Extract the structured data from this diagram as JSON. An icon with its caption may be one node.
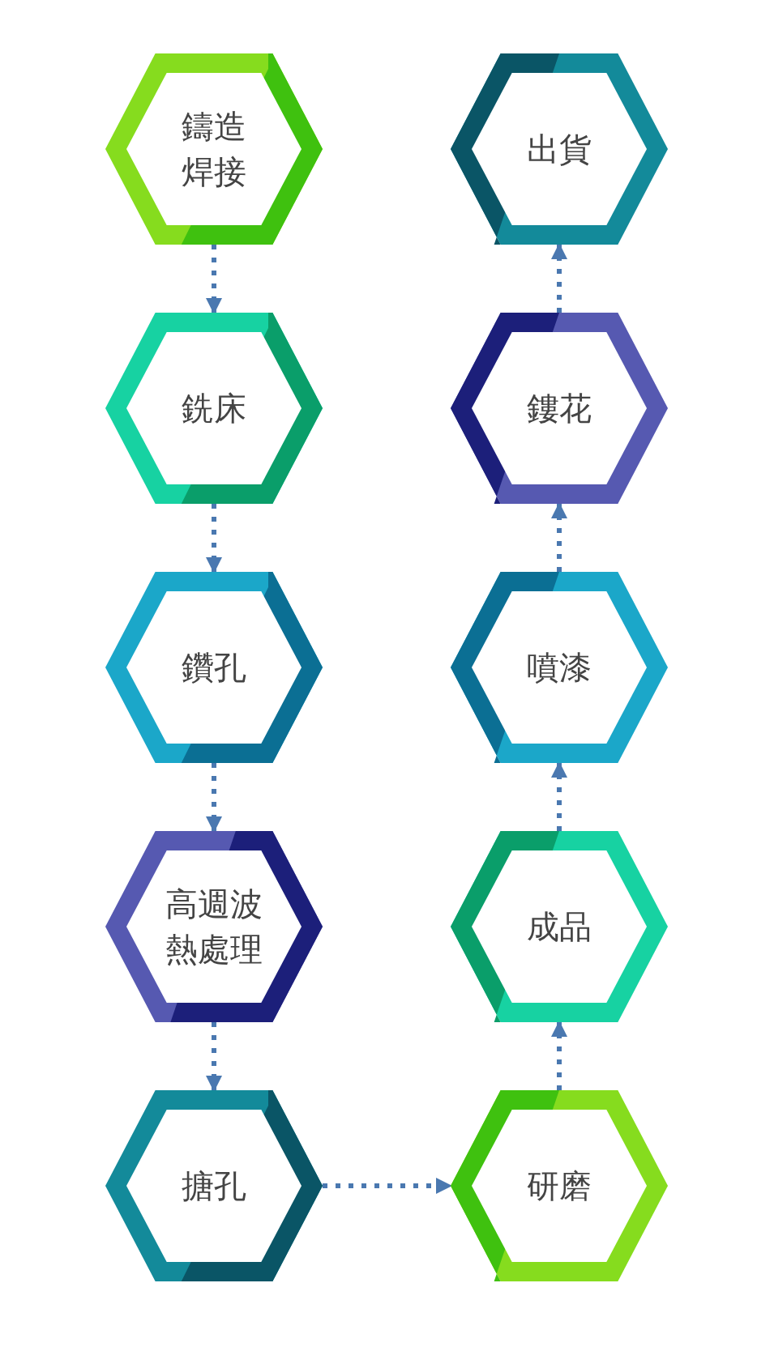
{
  "diagram": {
    "nodes": [
      {
        "text": [
          "鑄造焊接"
        ]
      },
      {
        "text": [
          "銑床"
        ]
      },
      {
        "text": [
          "鑽孔"
        ]
      },
      {
        "text": [
          "高週波熱處理"
        ]
      },
      {
        "text": [
          "搪孔"
        ]
      },
      {
        "text": [
          "研磨"
        ]
      },
      {
        "text": [
          "成品"
        ]
      },
      {
        "text": [
          "噴漆"
        ]
      },
      {
        "text": [
          "鏤花"
        ]
      },
      {
        "text": [
          "出貨"
        ]
      }
    ],
    "edges": [
      {
        "from": 0,
        "to": 1,
        "arrow": "to"
      },
      {
        "from": 1,
        "to": 2,
        "arrow": "to"
      },
      {
        "from": 2,
        "to": 3,
        "arrow": "to"
      },
      {
        "from": 3,
        "to": 4,
        "arrow": "to"
      },
      {
        "from": 4,
        "to": 5,
        "arrow": "to"
      },
      {
        "from": 5,
        "to": 6,
        "arrow": "to"
      },
      {
        "from": 6,
        "to": 7,
        "arrow": "to"
      },
      {
        "from": 7,
        "to": 8,
        "arrow": "to"
      },
      {
        "from": 8,
        "to": 9,
        "arrow": "to"
      }
    ]
  }
}
